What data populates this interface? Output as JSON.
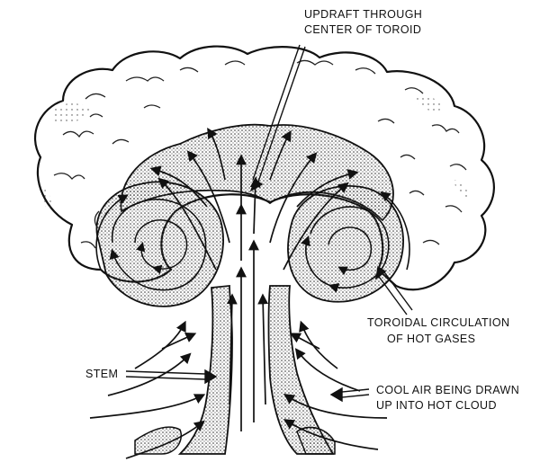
{
  "labels": {
    "updraft": [
      "UPDRAFT THROUGH",
      "CENTER OF TOROID"
    ],
    "toroidal": [
      "TOROIDAL CIRCULATION",
      "OF HOT GASES"
    ],
    "stem": "STEM",
    "cool_air": [
      "COOL AIR  BEING DRAWN",
      "UP INTO HOT CLOUD"
    ]
  },
  "colors": {
    "ink": "#111111",
    "paper": "#ffffff",
    "stipple": "#b9b9b9"
  }
}
